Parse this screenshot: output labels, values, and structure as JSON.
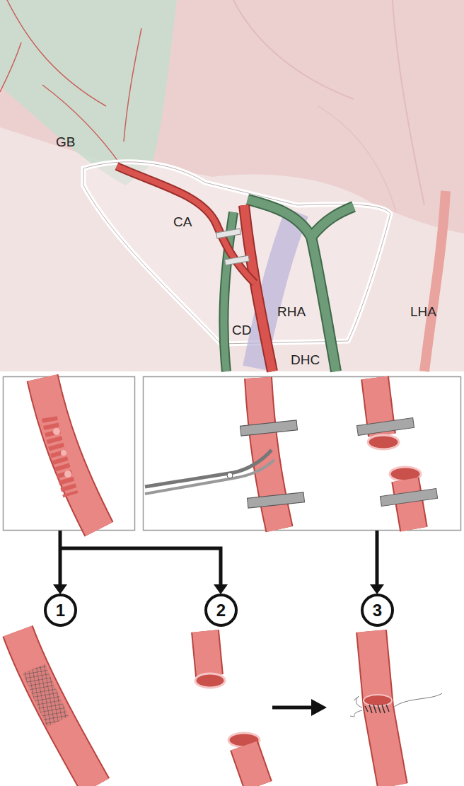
{
  "diagram": {
    "nodes": [
      {
        "text": [
          "1"
        ]
      },
      {
        "text": [
          "2"
        ]
      },
      {
        "text": [
          "3"
        ]
      }
    ],
    "labels": [
      "GB",
      "CA",
      "RHA",
      "CD",
      "DHC",
      "LHA"
    ]
  }
}
